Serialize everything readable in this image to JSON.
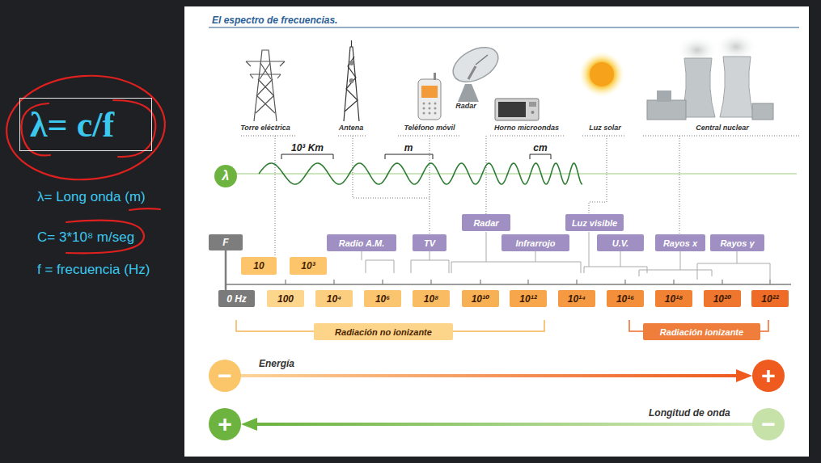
{
  "diagram": {
    "title": "El espectro de frecuencias.",
    "nodes": [
      {
        "text": [
          "λ= c/f"
        ]
      },
      {
        "text": [
          "λ"
        ]
      },
      {
        "text": [
          "Radar"
        ]
      },
      {
        "text": [
          "Luz visible"
        ]
      },
      {
        "text": [
          "F"
        ]
      },
      {
        "text": [
          "Radio A.M."
        ]
      },
      {
        "text": [
          "TV"
        ]
      },
      {
        "text": [
          "Infrarrojo"
        ]
      },
      {
        "text": [
          "U.V."
        ]
      },
      {
        "text": [
          "Rayos x"
        ]
      },
      {
        "text": [
          "Rayos γ"
        ]
      },
      {
        "text": [
          "10"
        ]
      },
      {
        "text": [
          "10³"
        ]
      },
      {
        "text": [
          "0 Hz"
        ]
      },
      {
        "text": [
          "100"
        ]
      },
      {
        "text": [
          "10⁴"
        ]
      },
      {
        "text": [
          "10⁶"
        ]
      },
      {
        "text": [
          "10⁸"
        ]
      },
      {
        "text": [
          "10¹⁰"
        ]
      },
      {
        "text": [
          "10¹²"
        ]
      },
      {
        "text": [
          "10¹⁴"
        ]
      },
      {
        "text": [
          "10¹⁶"
        ]
      },
      {
        "text": [
          "10¹⁸"
        ]
      },
      {
        "text": [
          "10²⁰"
        ]
      },
      {
        "text": [
          "10²²"
        ]
      },
      {
        "text": [
          "Radiación no ionizante"
        ]
      },
      {
        "text": [
          "Radiación ionizante"
        ]
      },
      {
        "text": [
          "−"
        ]
      },
      {
        "text": [
          "+"
        ]
      },
      {
        "text": [
          "+"
        ]
      },
      {
        "text": [
          "−"
        ]
      }
    ],
    "labels": [
      "λ= Long onda (m)",
      "C= 3*10⁸ m/seg",
      "f = frecuencia (Hz)",
      "Torre eléctrica",
      "Antena",
      "Teléfono móvil",
      "Radar",
      "Horno microondas",
      "Luz solar",
      "Central nuclear",
      "10³ Km",
      "m",
      "cm",
      "Energía",
      "Longitud de onda"
    ]
  }
}
